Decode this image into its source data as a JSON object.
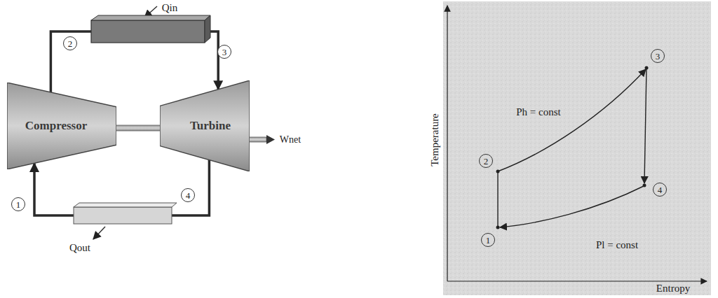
{
  "diagram": {
    "nodes": [
      {
        "text": [
          "Compressor"
        ]
      },
      {
        "text": [
          "Turbine"
        ]
      }
    ],
    "edges": [
      {
        "from": 0,
        "to": 1,
        "arrow": "to"
      },
      {
        "from": 1,
        "to": 0,
        "arrow": "to"
      }
    ],
    "labels": [
      "2",
      "3",
      "1",
      "4",
      "Qin",
      "Qout",
      "Wnet",
      "Temperature",
      "Entropy",
      "Ph = const",
      "Pl = const",
      "1",
      "2",
      "3",
      "4"
    ]
  }
}
